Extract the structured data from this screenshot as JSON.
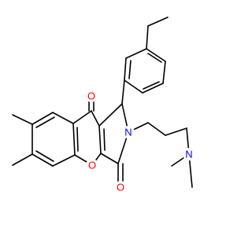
{
  "molecule": {
    "atom_labels": {
      "ketone_oxygen": "O",
      "lactam_oxygen": "O",
      "ring_oxygen": "O",
      "lactam_nitrogen": "N",
      "amine_nitrogen": "N"
    },
    "colors": {
      "bond": "#000000",
      "oxygen": "#ff0000",
      "nitrogen": "#0000ff",
      "background": "#ffffff"
    }
  }
}
